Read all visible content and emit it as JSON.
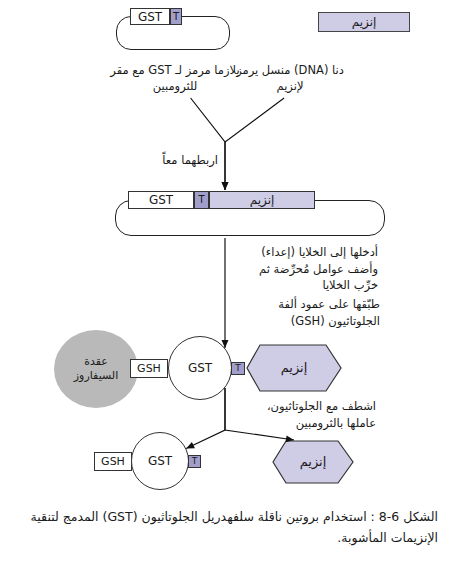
{
  "diagram": {
    "caption": "الشكل 6-8 : استخدام بروتين ناقلة سلفهدريل الجلوتاثيون (GST) المدمج لتنقية الإنزيمات المأشوبة.",
    "nodes": [
      {
        "text": [
          "بلازما مرمز لـ GST مع مقر للثرومبين"
        ]
      },
      {
        "text": [
          "GST"
        ],
        "in": 0
      },
      {
        "text": [
          "T"
        ],
        "in": 0
      },
      {
        "text": [
          "إنزيم",
          "دنا (DNA) منسل يرمز لإنزيم"
        ]
      },
      {
        "text": []
      },
      {
        "text": [
          "GST"
        ],
        "in": 4
      },
      {
        "text": [
          "T"
        ],
        "in": 4
      },
      {
        "text": [
          "إنزيم"
        ],
        "in": 4
      },
      {
        "text": [
          "عقدة السيفاروز"
        ]
      },
      {
        "text": [
          "GSH"
        ]
      },
      {
        "text": [
          "GST"
        ]
      },
      {
        "text": [
          "T"
        ]
      },
      {
        "text": [
          "إنزيم"
        ]
      },
      {
        "text": [
          "GSH"
        ]
      },
      {
        "text": [
          "GST"
        ]
      },
      {
        "text": [
          "T"
        ]
      },
      {
        "text": [
          "إنزيم"
        ]
      }
    ],
    "edges": [
      {
        "from": 0,
        "to": 4,
        "arrow": "to",
        "label": "اربطهما معاً"
      },
      {
        "from": 3,
        "to": 4,
        "arrow": "to"
      },
      {
        "from": 4,
        "to": 10,
        "arrow": "to",
        "label": "أدخلها إلى الخلايا (إعداء) وأضف عوامل مُحرِّضة ثم خرِّب الخلايا"
      },
      {
        "from": 10,
        "to": 14,
        "arrow": "to",
        "label": "اشطف مع الجلوتاثيون، عاملها بالثرومبين"
      },
      {
        "from": 10,
        "to": 16,
        "arrow": "to"
      }
    ],
    "labels": [
      "طبّقها على عمود ألفة الجلوتاثيون (GSH)"
    ]
  }
}
